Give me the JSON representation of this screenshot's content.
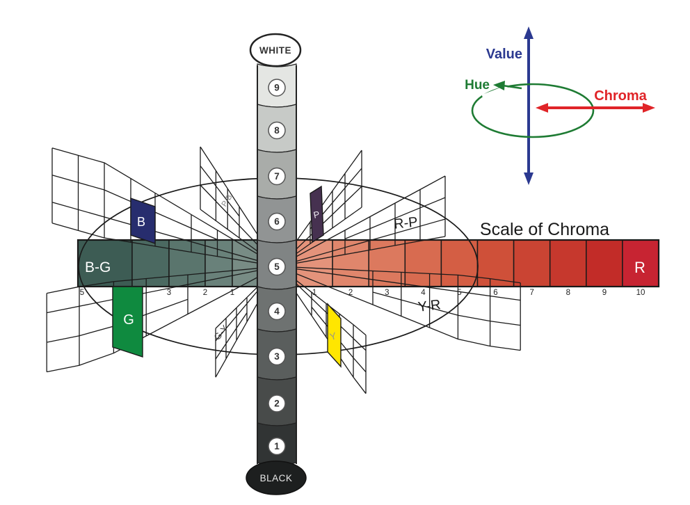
{
  "legend": {
    "value": {
      "label": "Value",
      "color": "#2B3990"
    },
    "hue": {
      "label": "Hue",
      "color": "#1E7B33"
    },
    "chroma": {
      "label": "Chroma",
      "color": "#E02428"
    }
  },
  "value_axis": {
    "top_label": "WHITE",
    "bottom_label": "BLACK",
    "levels": [
      {
        "value": "9",
        "color": "#E4E6E3"
      },
      {
        "value": "8",
        "color": "#C7CAC7"
      },
      {
        "value": "7",
        "color": "#A9ACA9"
      },
      {
        "value": "6",
        "color": "#919494"
      },
      {
        "value": "5",
        "color": "#808484"
      },
      {
        "value": "4",
        "color": "#6E7271"
      },
      {
        "value": "3",
        "color": "#5A5E5D"
      },
      {
        "value": "2",
        "color": "#484B4A"
      },
      {
        "value": "1",
        "color": "#313434"
      }
    ]
  },
  "chroma_scale": {
    "title": "Scale of Chroma",
    "left_arm": {
      "hue_label": "B-G",
      "label_color": "#FFFFFF",
      "segment_colors": [
        "#3D5C54",
        "#4B6961",
        "#5A756D",
        "#69817A",
        "#788C85"
      ],
      "tick_labels": [
        "5",
        "3",
        "2",
        "1"
      ]
    },
    "right_arm": {
      "hue_label": "R",
      "label_color": "#FFFFFF",
      "segment_colors": [
        "#E4937B",
        "#E0866C",
        "#DC795E",
        "#D86B50",
        "#D45E44",
        "#CF5039",
        "#CA4433",
        "#C6382D",
        "#C22C28",
        "#C72432"
      ],
      "tick_labels": [
        "1",
        "2",
        "3",
        "4",
        "5",
        "6",
        "7",
        "8",
        "9",
        "10"
      ]
    }
  },
  "hue_planes": {
    "b": {
      "label": "B",
      "swatch_color": "#272D6E",
      "label_color": "#FFFFFF"
    },
    "pb": {
      "label": "P-B",
      "label_color": "#808080"
    },
    "p": {
      "label": "P",
      "swatch_color": "#463150",
      "label_color": "#EFEAF2"
    },
    "rp": {
      "label": "R-P",
      "label_color": "#1A1A1A"
    },
    "yr": {
      "label": "Y-R",
      "label_color": "#1A1A1A"
    },
    "y": {
      "label": "Y",
      "swatch_color": "#FFE600",
      "label_color": "#9C9A82"
    },
    "gy": {
      "label": "G-Y",
      "label_color": "#3C3C3C"
    },
    "g": {
      "label": "G",
      "swatch_color": "#0F8A3F",
      "label_color": "#FFFFFF"
    }
  }
}
